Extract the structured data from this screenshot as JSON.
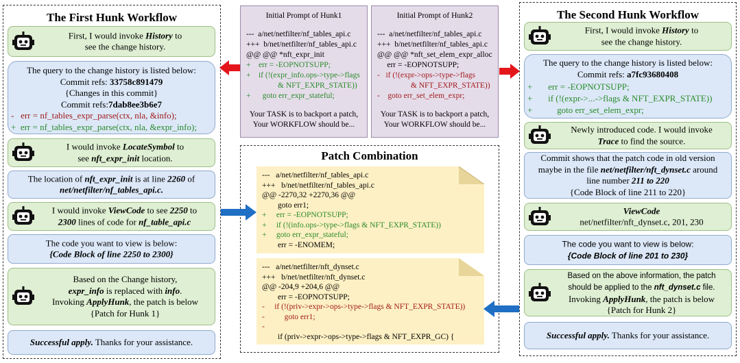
{
  "left": {
    "title": "The First Hunk Workflow",
    "b1": {
      "pre": "First, I would invoke ",
      "tool": "History",
      "post": " to",
      "line2": "see the change history."
    },
    "b2": {
      "l1": "The query to the change history is listed below:",
      "l2a": "Commit refs: ",
      "l2b": "33758c891479",
      "l3": "{Changes in this commit}",
      "l4a": "Commit refs:",
      "l4b": "7dab8ee3b6e7",
      "l5": "-   err = nf_tables_expr_parse(ctx, nla, &info);",
      "l6": "+  err = nf_tables_expr_parse(ctx, nla, &expr_info);"
    },
    "b3": {
      "pre": "I would invoke ",
      "tool": "LocateSymbol",
      "post": " to",
      "l2pre": "see ",
      "sym": "nft_expr_init",
      "l2post": " location."
    },
    "b4": {
      "pre": "The location of ",
      "sym": "nft_expr_init",
      "mid": " is at line ",
      "line": "2260",
      "post": " of",
      "file": "net/netfilter/nf_tables_api.c."
    },
    "b5": {
      "pre": "I would invoke ",
      "tool": "ViewCode",
      "mid": " to see ",
      "n1": "2250",
      "post": " to",
      "n2": "2300",
      "l2mid": " lines of code for ",
      "file": "nf_table_api.c"
    },
    "b6": {
      "l1": "The code you want to view is below:",
      "l2": "{Code Block of line 2250 to 2300}"
    },
    "b7": {
      "l1": "Based on the Change history,",
      "s1": "expr_info",
      "m1": " is replaced with ",
      "s2": "info",
      "e1": ".",
      "l3pre": "Invoking ",
      "tool": "ApplyHunk",
      "l3post": ", the patch is below",
      "l4": "{Patch for Hunk 1}"
    },
    "b8": {
      "s": "Successful apply.",
      "t": "  Thanks for your assistance."
    }
  },
  "right": {
    "title": "The Second Hunk Workflow",
    "b1": {
      "pre": "First, I would invoke ",
      "tool": "History",
      "post": " to",
      "line2": "see the change history."
    },
    "b2": {
      "l1": "The query to the change history is listed below:",
      "l2a": "Commit refs: ",
      "l2b": "a7fc93680408",
      "l3": "+       err = -EOPNOTSUPP;",
      "l4": "+       if (!(expr->...->flags & NFT_EXPR_STATE))",
      "l5": "+           goto err_set_elem_expr;"
    },
    "b3": {
      "l1": "Newly introduced code. I would invoke",
      "tool": "Trace",
      "post": " to find the source."
    },
    "b4": {
      "l1": "Commit shows that the patch code in old version",
      "l2pre": "maybe in the file ",
      "file": "net/netfilter/nft_dynset.c",
      "l2post": " around",
      "l3pre": "line number ",
      "range": "211 to 220",
      "l4": "{Code Block of line 211 to 220}"
    },
    "b5": {
      "tool": "ViewCode",
      "l2": "net/netfilter/nft_dynset.c, 201, 230"
    },
    "b6": {
      "l1": "The code you want to view is below:",
      "l2": "{Code Block of line 201 to 230}"
    },
    "b7": {
      "l1": "Based on the above information, the patch",
      "l2pre": "should be applied to the ",
      "file": "nft_dynset.c",
      "l2post": " file.",
      "l3pre": "Invoking ",
      "tool": "ApplyHunk",
      "l3post": ", the patch is below",
      "l4": "{Patch for Hunk 2}"
    },
    "b8": {
      "s": "Successful apply.",
      "t": "  Thanks for your assistance."
    }
  },
  "hunk1": {
    "title": "Initial Prompt of Hunk1",
    "lines": [
      "---  a/net/netfilter/nf_tables_api.c",
      "+++  b/net/netfilter/nf_tables_api.c",
      "@@ @@ *nft_expr_init",
      "+    err = -EOPNOTSUPP;",
      "+    if (!(expr_info.ops->type->flags",
      "                & NFT_EXPR_STATE))",
      "+      goto err_expr_stateful;"
    ],
    "t1": "Your TASK is to backport a patch,",
    "t2": "Your WORKFLOW should be..."
  },
  "hunk2": {
    "title": "Initial Prompt of Hunk2",
    "lines": [
      "---  a/net/netfilter/nf_tables_api.c",
      "+++  b/net/netfilter/nf_tables_api.c",
      "@@ @@ *nft_set_elem_expr_alloc",
      "     err = -EOPNOTSUPP;",
      "-   if (!(expr->ops->type->flags",
      "                 & NFT_EXPR_STATE))",
      "-    goto err_set_elem_expr;"
    ],
    "t1": "Your TASK is to backport a patch,",
    "t2": "Your WORKFLOW should be..."
  },
  "combo": {
    "title": "Patch Combination",
    "p1": [
      "---   a/net/netfilter/nf_tables_api.c",
      "+++   b/net/netfilter/nf_tables_api.c",
      "@@ -2270,32 +2270,36 @@",
      "        goto err1;",
      "+     err = -EOPNOTSUPP;",
      "+     if (!(info.ops->type->flags & NFT_EXPR_STATE))",
      "+     goto err_expr_stateful;",
      "        err = -ENOMEM;"
    ],
    "p2": [
      "---   a/net/netfilter/nft_dynset.c",
      "+++   b/net/netfilter/nft_dynset.c",
      "@@ -204,9 +204,6 @@",
      "        err = -EOPNOTSUPP;",
      "-     if (!(priv->expr->ops->type->flags & NFT_EXPR_STATE))",
      "-          goto err1;",
      "-",
      "        if (priv->expr->ops->type->flags & NFT_EXPR_GC) {"
    ]
  },
  "colors": {
    "green": "#dfefd3",
    "blue": "#dce8f8",
    "purple": "#e5dcea",
    "note": "#fdf0c4",
    "red_arrow": "#e4161b",
    "blue_arrow": "#1f6fc4"
  }
}
